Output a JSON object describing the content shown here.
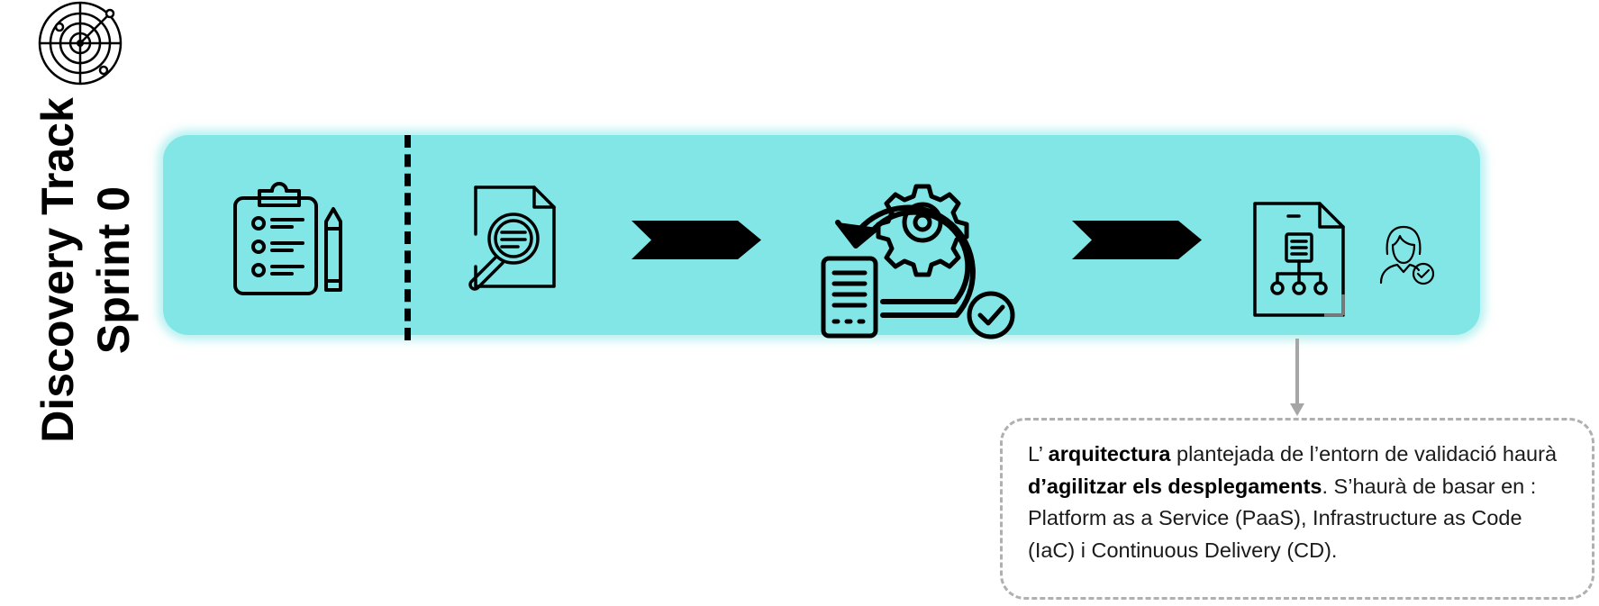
{
  "title": {
    "line1": "Discovery Track",
    "line2": "Sprint 0"
  },
  "icons": {
    "logo": "radar-logo-icon",
    "planning": "clipboard-checklist-icon",
    "analysis": "document-search-icon",
    "arrow_1": "chevron-arrow-right-icon",
    "process": "continuous-integration-icon",
    "arrow_2": "chevron-arrow-right-icon",
    "architecture": "architecture-document-icon",
    "validator": "user-approved-icon"
  },
  "colors": {
    "band": "#82e6e6",
    "callout_border": "#b0b0b0",
    "connector": "#a6a6a6"
  },
  "callout": {
    "part1": "L’ ",
    "part2_bold": "arquitectura",
    "part3": " plantejada de l’entorn de validació haurà ",
    "part4_bold": "d’agilitzar els desplegaments",
    "part5": ". S’haurà de basar en : Platform as a Service (PaaS), Infrastructure as Code (IaC) i Continuous Delivery (CD)."
  }
}
